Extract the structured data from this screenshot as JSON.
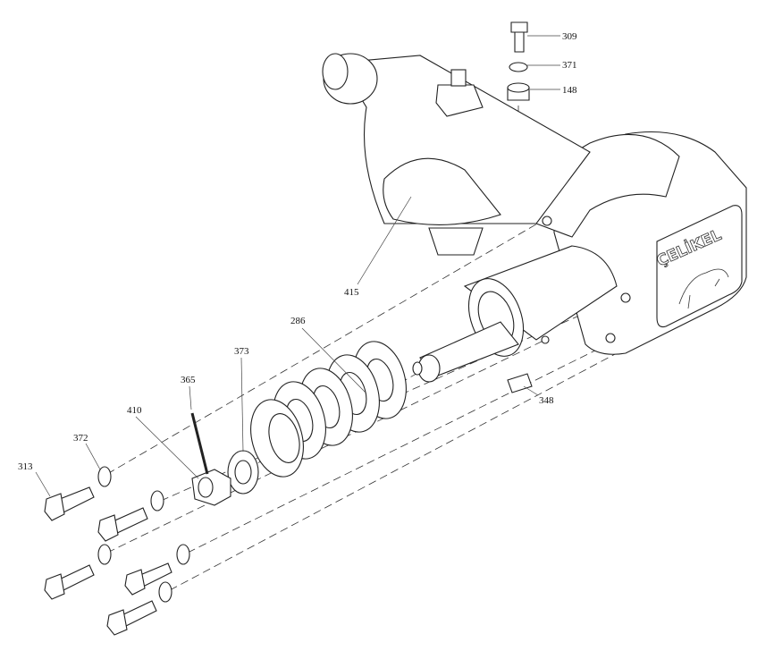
{
  "diagram": {
    "brand_logo": "ÇELİKEL",
    "part_labels": {
      "p309": "309",
      "p371": "371",
      "p148": "148",
      "p415": "415",
      "p286": "286",
      "p373": "373",
      "p365": "365",
      "p410": "410",
      "p372": "372",
      "p313": "313",
      "p348": "348"
    }
  }
}
